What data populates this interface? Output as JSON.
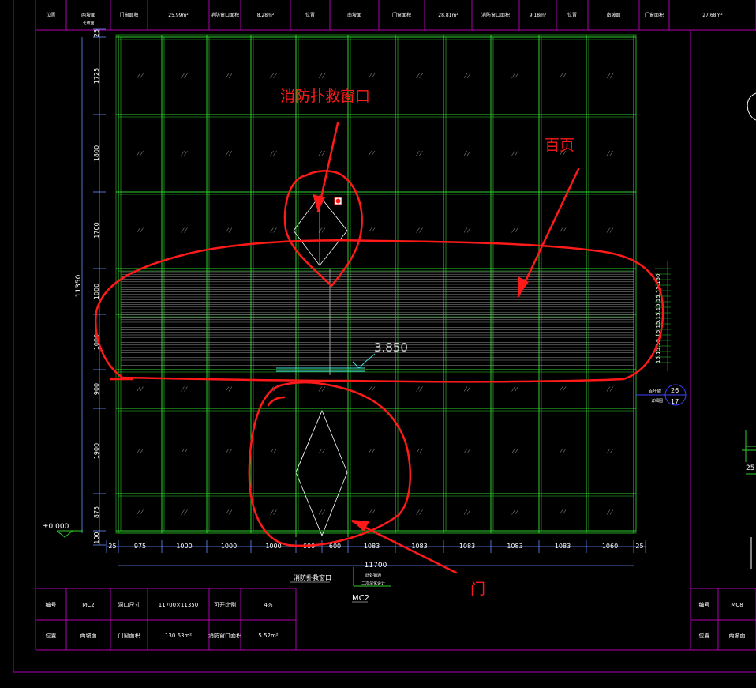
{
  "colors": {
    "background": "#000000",
    "border": "#b000b0",
    "frame": "#2fd02f",
    "text": "#ffffff",
    "dim": "#6a8cff",
    "markup": "#ff1a1a",
    "louver": "#bfbfbf",
    "level": "#40e0e0"
  },
  "top_table": {
    "cells": [
      "位置",
      "两坡面",
      "门窗面积",
      "25.99m²",
      "消防窗口面积",
      "8.28m²",
      "位置",
      "南坡面",
      "门窗面积",
      "28.81m²",
      "消防窗口面积",
      "9.18m²",
      "位置",
      "南坡面",
      "门窗面积",
      "27.68m²"
    ],
    "sub": "北坡面"
  },
  "vertical_dims": [
    "25",
    "1725",
    "1800",
    "1700",
    "1000",
    "1000",
    "900",
    "1900",
    "875",
    "100"
  ],
  "overall_height": "11350",
  "horizontal_dims": [
    "25",
    "975",
    "1000",
    "1000",
    "1000",
    "600",
    "600",
    "1083",
    "1083",
    "1083",
    "1083",
    "1083",
    "1060",
    "25"
  ],
  "overall_width": "11700",
  "level_marks": {
    "ground": "±0.000",
    "louver": "3.850"
  },
  "bottom_labels": {
    "rescue_window": "消防扑救窗口",
    "name": "MC2",
    "note1": "此处铺通",
    "note2": "二次深化设计"
  },
  "side_callout": {
    "top": "26",
    "bottom": "17",
    "label1": "百叶窗",
    "label2": "详细图"
  },
  "louver_ticks": "15.15.15.15.15.15.15.15.15.150",
  "bottom_table": {
    "row1": [
      "编号",
      "MC2",
      "洞口尺寸",
      "11700×11350",
      "可开比例",
      "4%"
    ],
    "row2": [
      "位置",
      "两坡面",
      "门窗面积",
      "130.63m²",
      "消防窗口面积",
      "5.52m²"
    ]
  },
  "right_table": {
    "row1": [
      "编号",
      "MC8"
    ],
    "row2": [
      "位置",
      "两坡面"
    ]
  },
  "right_dim": "25",
  "annotations": {
    "rescue": "消防扑救窗口",
    "louver": "百页",
    "door": "门"
  }
}
